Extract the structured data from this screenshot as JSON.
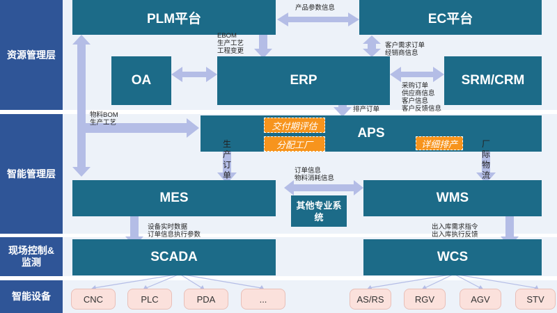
{
  "layers": [
    {
      "id": "resource",
      "label": "资源管理层"
    },
    {
      "id": "smart-mgmt",
      "label": "智能管理层"
    },
    {
      "id": "field",
      "label": "现场控制&\n监测"
    },
    {
      "id": "devices",
      "label": "智能设备"
    }
  ],
  "systems": {
    "plm": "PLM平台",
    "ec": "EC平台",
    "oa": "OA",
    "erp": "ERP",
    "srm": "SRM/CRM",
    "aps": "APS",
    "mes": "MES",
    "other": "其他专业系\n统",
    "wms": "WMS",
    "scada": "SCADA",
    "wcs": "WCS"
  },
  "aps_tags": {
    "delivery": "交付期评估",
    "factory": "分配工厂",
    "detail": "详细排产"
  },
  "devices_left": [
    "CNC",
    "PLC",
    "PDA",
    "..."
  ],
  "devices_right": [
    "AS/RS",
    "RGV",
    "AGV",
    "STV"
  ],
  "labels": {
    "plm_ec": "产品参数信息",
    "plm_erp": "EBOM\n生产工艺\n工程变更",
    "ec_erp": "客户需求订单\n经销商信息",
    "erp_srm": "采购订单\n供应商信息\n客户信息\n客户反馈信息",
    "erp_aps": "排产订单",
    "left_aps": "物料BOM\n生产工艺",
    "aps_mes": "生产订单",
    "aps_wms": "厂际物流",
    "mes_wms": "订单信息\n物料消耗信息",
    "mes_scada": "设备实时数据\n订单信息执行参数",
    "wms_wcs": "出入库需求指令\n出入库执行反馈"
  }
}
